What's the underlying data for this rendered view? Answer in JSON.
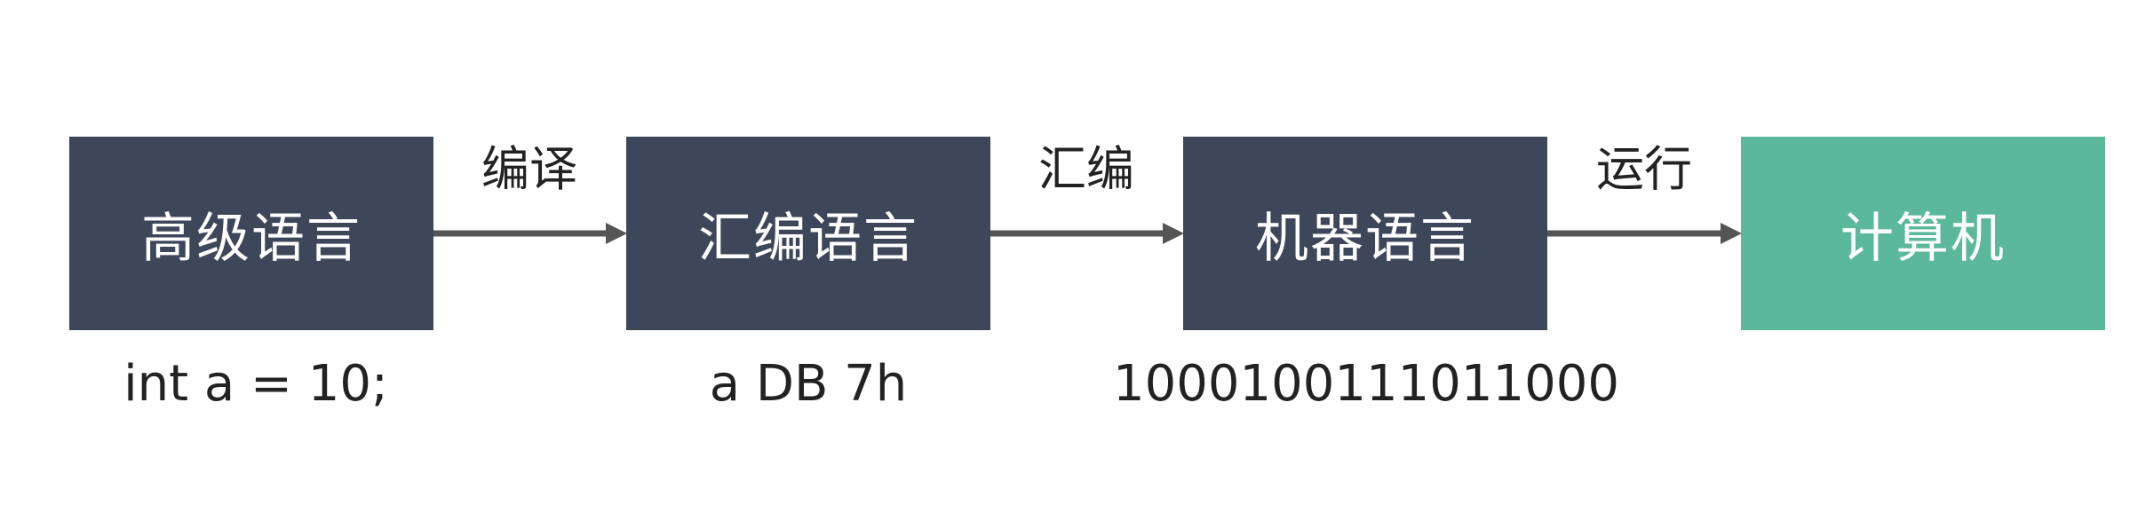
{
  "nodes": [
    {
      "label": "高级语言",
      "caption": "int a = 10;"
    },
    {
      "label": "汇编语言",
      "caption": "a DB 7h"
    },
    {
      "label": "机器语言",
      "caption": "1000100111011000"
    },
    {
      "label": "计算机",
      "caption": ""
    }
  ],
  "edges": [
    {
      "label": "编译"
    },
    {
      "label": "汇编"
    },
    {
      "label": "运行"
    }
  ],
  "colors": {
    "node_dark": "#3e4759",
    "node_final": "#5bb89a",
    "arrow": "#555555"
  }
}
